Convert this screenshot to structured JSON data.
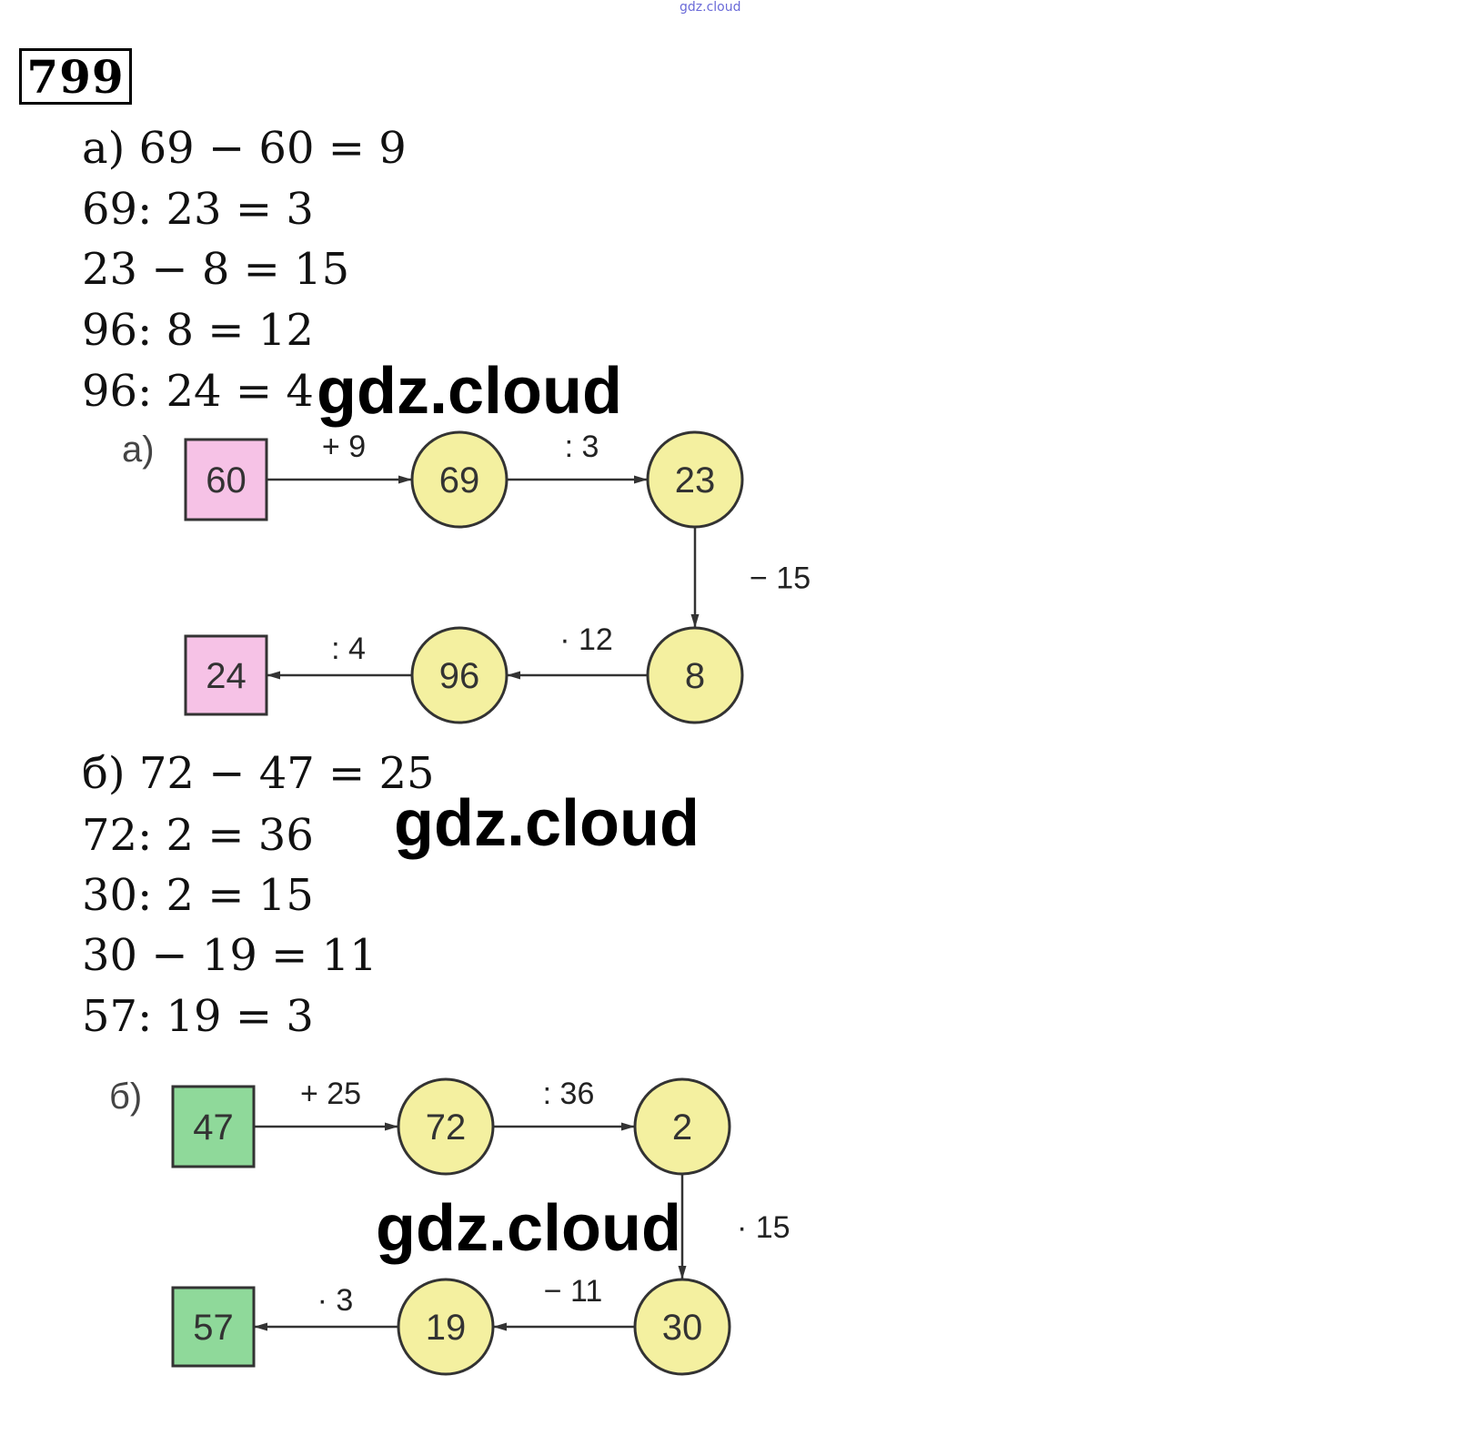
{
  "site_mark": "gdz.cloud",
  "problem_number": "799",
  "part_a": {
    "equations": [
      "а) 69 − 60 = 9",
      "69: 23 = 3",
      "23 − 8 = 15",
      "96: 8 = 12",
      "96: 24 = 4"
    ],
    "diagram": {
      "label": "а)",
      "start": "60",
      "nodes": [
        "69",
        "23",
        "8",
        "96"
      ],
      "end": "24",
      "ops": [
        "+  9",
        ":  3",
        "−  15",
        "·  12",
        ":  4"
      ],
      "box_color": "#f6c2e6"
    }
  },
  "part_b": {
    "equations": [
      "б) 72 − 47 = 25",
      "72: 2 = 36",
      "30: 2 = 15",
      "30 − 19 = 11",
      "57: 19 = 3"
    ],
    "diagram": {
      "label": "б)",
      "start": "47",
      "nodes": [
        "72",
        "2",
        "30",
        "19"
      ],
      "end": "57",
      "ops": [
        "+  25",
        ":  36",
        "·  15",
        "−  11",
        "·  3"
      ],
      "box_color": "#8fd99a"
    }
  },
  "watermark": "gdz.cloud",
  "circle_color": "#f4f0a0"
}
